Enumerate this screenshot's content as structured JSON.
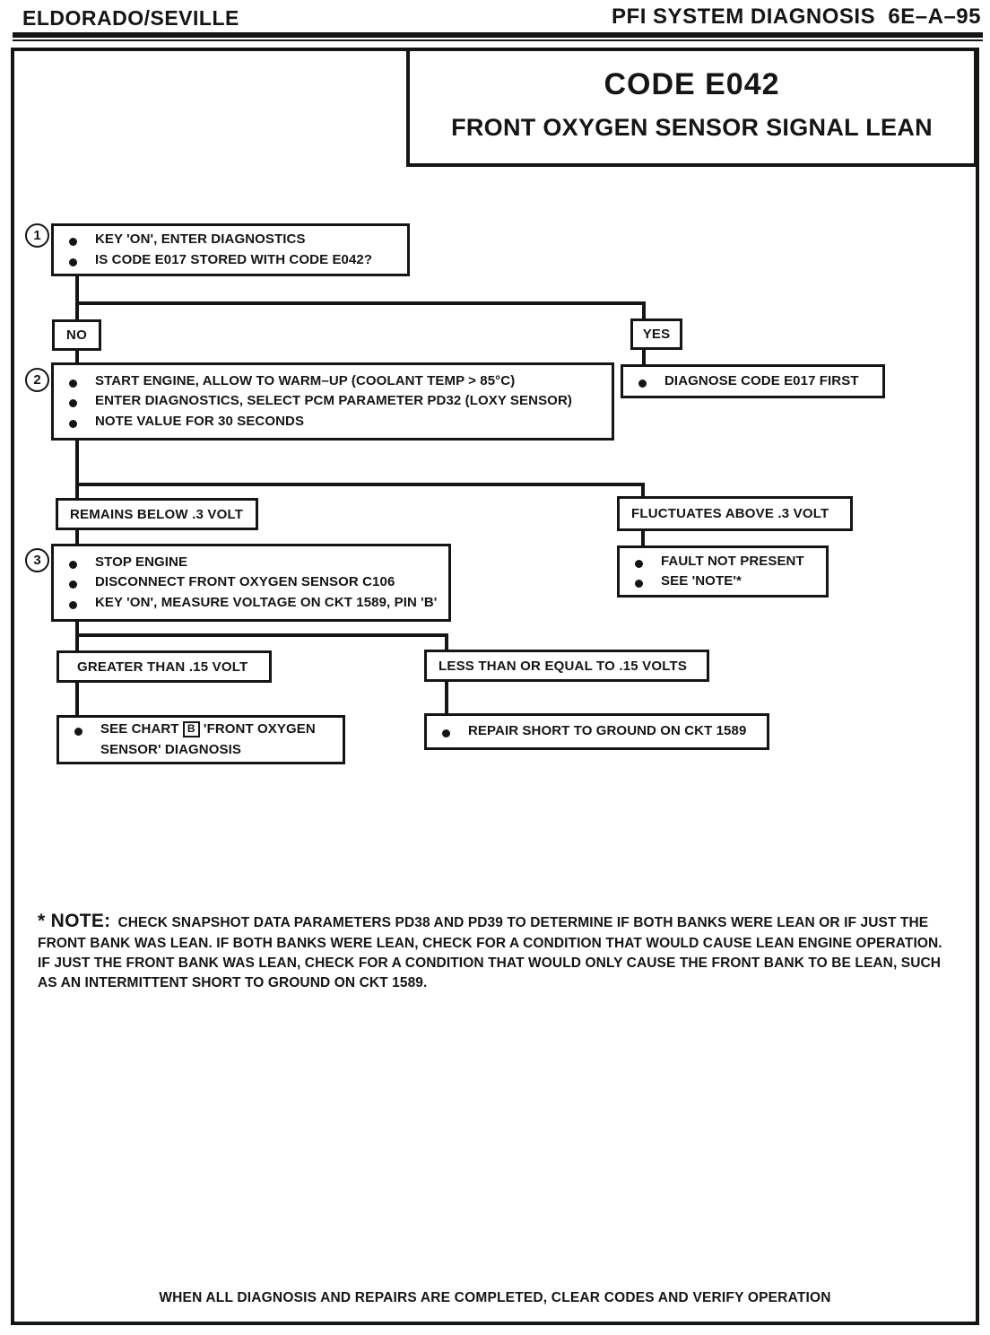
{
  "header": {
    "left": "ELDORADO/SEVILLE",
    "right": "PFI SYSTEM DIAGNOSIS  6E–A–95"
  },
  "title": {
    "code": "CODE E042",
    "subtitle": "FRONT OXYGEN SENSOR SIGNAL LEAN"
  },
  "flow": {
    "step1": {
      "number": "1",
      "bullets": [
        "KEY 'ON', ENTER DIAGNOSTICS",
        "IS CODE E017 STORED WITH CODE E042?"
      ]
    },
    "no_label": "NO",
    "yes_label": "YES",
    "diagnose_first": {
      "bullets": [
        "DIAGNOSE CODE E017 FIRST"
      ]
    },
    "step2": {
      "number": "2",
      "bullets": [
        "START ENGINE, ALLOW TO WARM–UP (COOLANT TEMP > 85°C)",
        "ENTER DIAGNOSTICS, SELECT PCM PARAMETER PD32 (LOXY SENSOR)",
        "NOTE VALUE FOR 30 SECONDS"
      ]
    },
    "remains_below": "REMAINS BELOW .3 VOLT",
    "fluctuates_above": "FLUCTUATES ABOVE .3 VOLT",
    "fault_not_present": {
      "bullets": [
        "FAULT NOT PRESENT",
        "SEE 'NOTE'*"
      ]
    },
    "step3": {
      "number": "3",
      "bullets": [
        "STOP ENGINE",
        "DISCONNECT FRONT OXYGEN SENSOR C106",
        "KEY 'ON', MEASURE VOLTAGE ON CKT 1589, PIN 'B'"
      ]
    },
    "greater_than": "GREATER THAN .15 VOLT",
    "less_equal": "LESS THAN OR EQUAL TO .15 VOLTS",
    "see_chart": {
      "pre": "SEE CHART",
      "chart_letter": "B",
      "post": "'FRONT OXYGEN SENSOR' DIAGNOSIS"
    },
    "repair_short": {
      "bullets": [
        "REPAIR SHORT TO GROUND ON CKT 1589"
      ]
    }
  },
  "note": {
    "label": "* NOTE:",
    "text": "CHECK SNAPSHOT DATA PARAMETERS PD38 AND PD39 TO DETERMINE IF BOTH BANKS WERE LEAN OR IF JUST THE FRONT BANK WAS LEAN. IF BOTH BANKS WERE LEAN, CHECK FOR A CONDITION THAT WOULD CAUSE LEAN ENGINE OPERATION. IF JUST THE FRONT BANK WAS LEAN, CHECK FOR A CONDITION THAT WOULD ONLY CAUSE THE FRONT BANK TO BE LEAN, SUCH AS AN INTERMITTENT SHORT TO GROUND ON CKT 1589."
  },
  "footer": "WHEN ALL DIAGNOSIS AND REPAIRS ARE COMPLETED, CLEAR CODES AND VERIFY OPERATION",
  "colors": {
    "ink": "#151515",
    "paper": "#ffffff"
  }
}
